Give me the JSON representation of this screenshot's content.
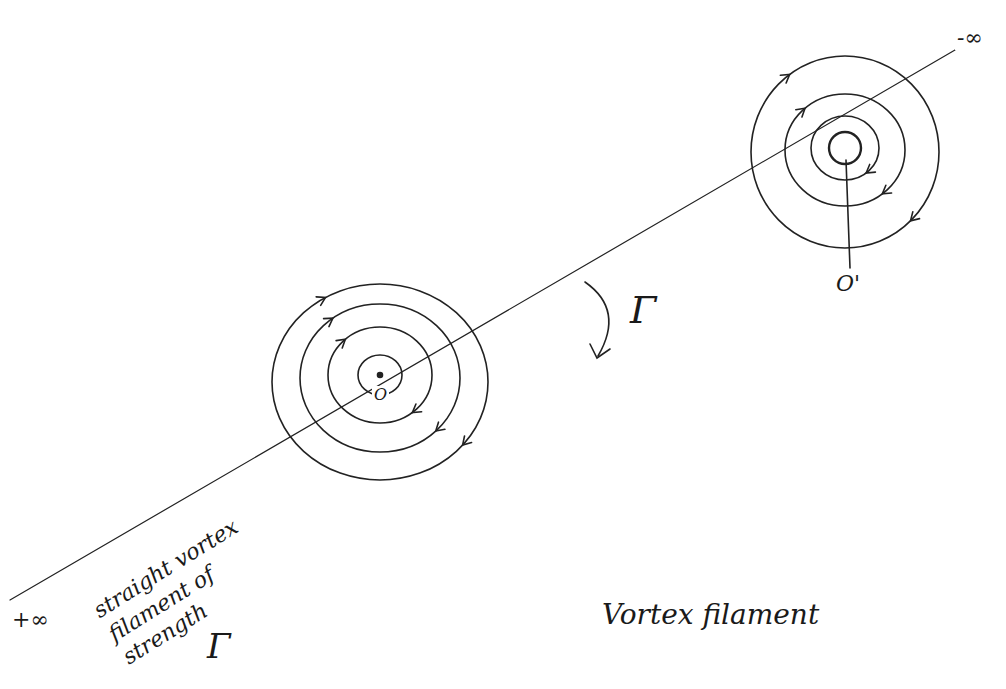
{
  "diagram": {
    "labels": [
      "-∞",
      "Γ",
      "O'",
      "O",
      "straight vortex filament of strength",
      "Γ",
      "+∞",
      "Vortex filament"
    ]
  }
}
